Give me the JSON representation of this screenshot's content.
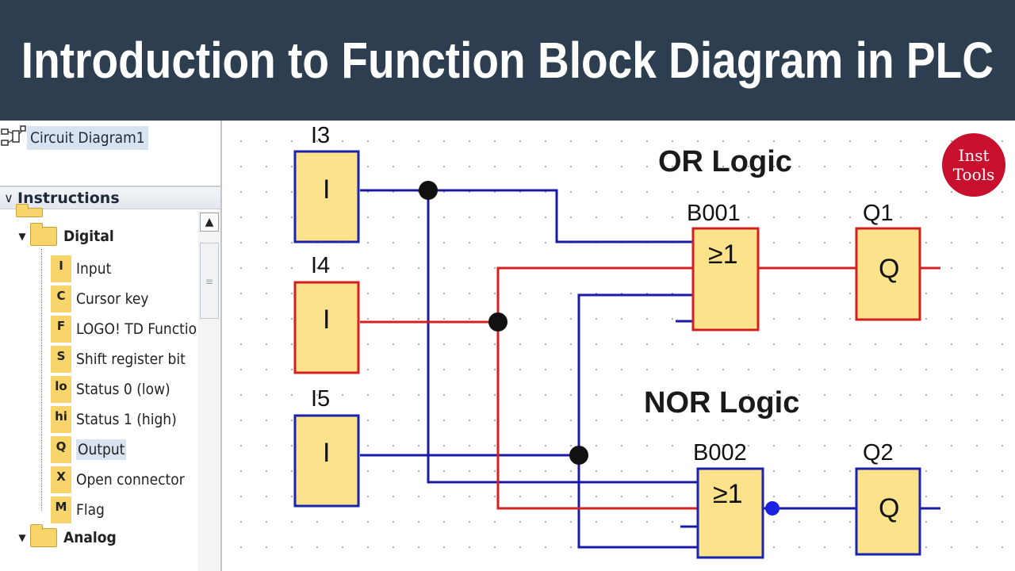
{
  "banner": {
    "title": "Introduction to Function Block Diagram in PLC"
  },
  "tree": {
    "circuit_label": "Circuit Diagram1",
    "instructions_label": "Instructions",
    "digital_label": "Digital",
    "analog_label": "Analog",
    "items": [
      {
        "badge": "I",
        "label": "Input"
      },
      {
        "badge": "C",
        "label": "Cursor key"
      },
      {
        "badge": "F",
        "label": "LOGO! TD Functio"
      },
      {
        "badge": "S",
        "label": "Shift register bit"
      },
      {
        "badge": "lo",
        "label": "Status 0 (low)"
      },
      {
        "badge": "hi",
        "label": "Status 1 (high)"
      },
      {
        "badge": "Q",
        "label": "Output",
        "selected": true
      },
      {
        "badge": "X",
        "label": "Open connector"
      },
      {
        "badge": "M",
        "label": "Flag"
      }
    ]
  },
  "diagram": {
    "inputs": [
      {
        "name": "I3",
        "symbol": "I"
      },
      {
        "name": "I4",
        "symbol": "I"
      },
      {
        "name": "I5",
        "symbol": "I"
      }
    ],
    "or_title": "OR Logic",
    "nor_title": "NOR Logic",
    "blocks": [
      {
        "name": "B001",
        "symbol": "≥1"
      },
      {
        "name": "B002",
        "symbol": "≥1"
      }
    ],
    "outputs": [
      {
        "name": "Q1",
        "symbol": "Q"
      },
      {
        "name": "Q2",
        "symbol": "Q"
      }
    ],
    "colors": {
      "blue_wire": "#1a1aa6",
      "red_wire": "#d42020",
      "block_fill": "#fce28a",
      "block_border_blue": "#1a22b0",
      "block_border_red": "#d42020"
    }
  },
  "logo": {
    "line1": "Inst",
    "line2": "Tools",
    "color": "#c8102e"
  }
}
